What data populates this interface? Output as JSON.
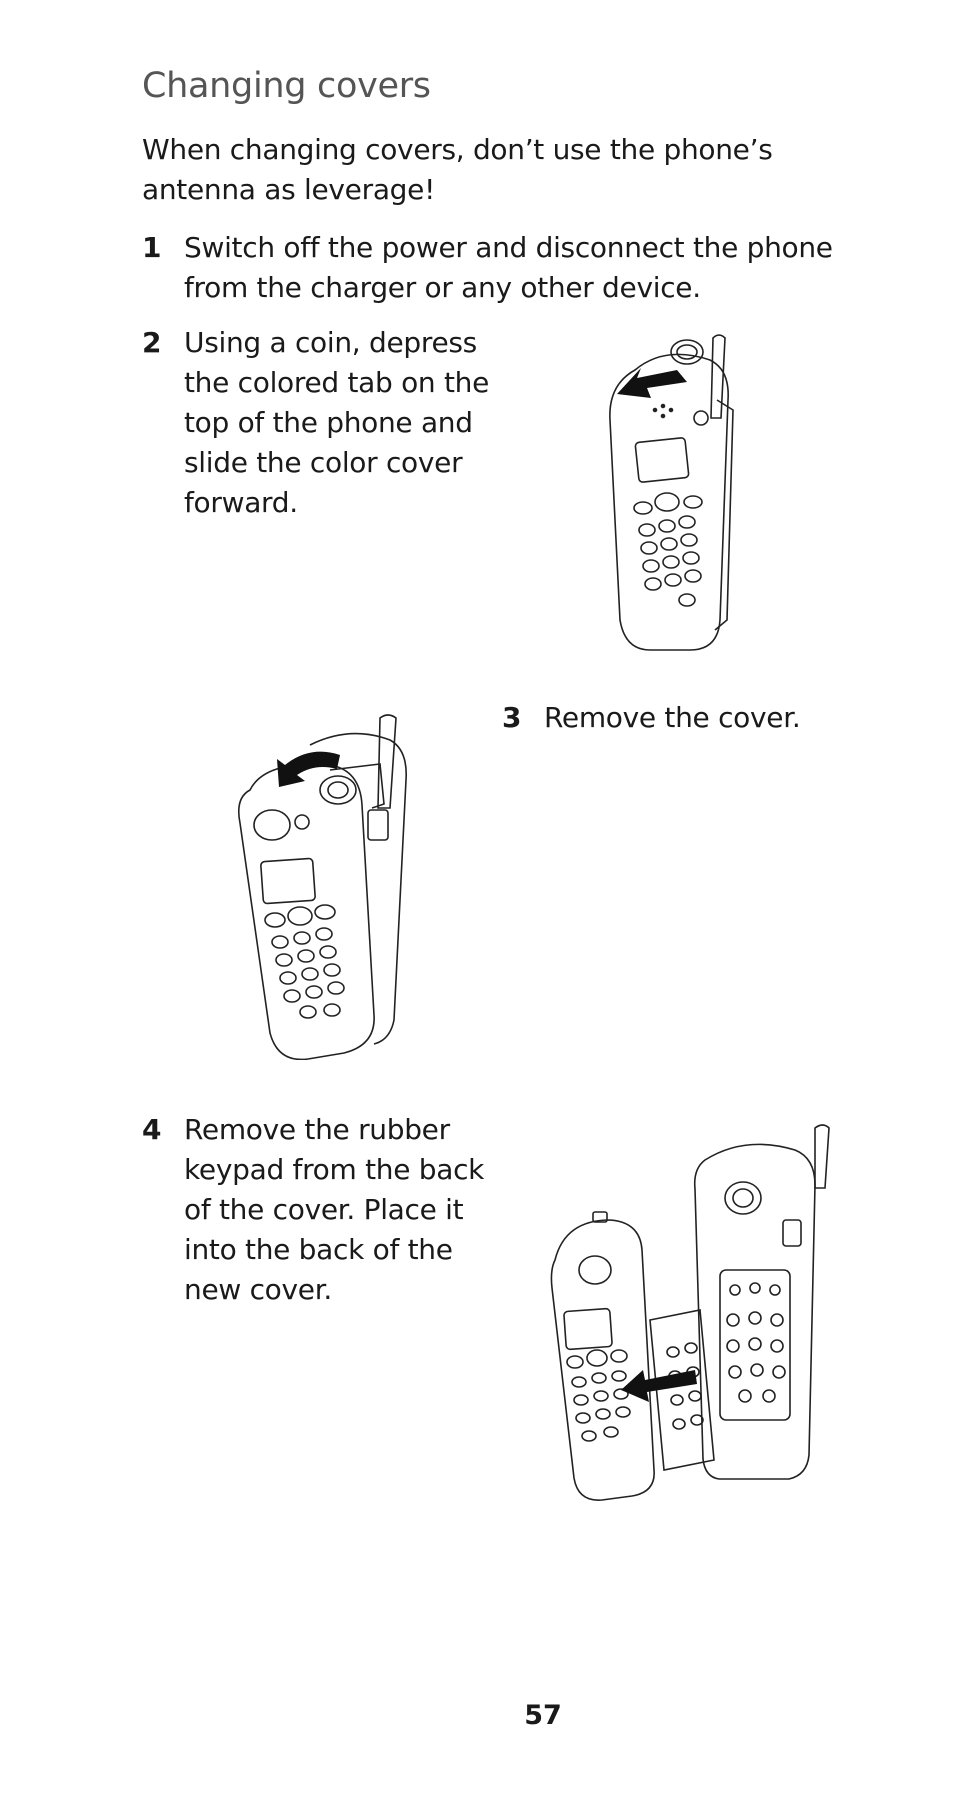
{
  "heading": "Changing covers",
  "intro": "When changing covers, don’t use the phone’s antenna as leverage!",
  "steps": [
    {
      "num": "1",
      "text": "Switch off the power and disconnect the phone from the charger or any other device."
    },
    {
      "num": "2",
      "text": "Using a coin, depress the colored tab on the top of the phone and slide the color cover forward."
    },
    {
      "num": "3",
      "text": "Remove the cover."
    },
    {
      "num": "4",
      "text": "Remove the rubber keypad from the back of the cover. Place it into the back of the new cover."
    }
  ],
  "page_number": "57",
  "icons": [
    "phone-illustration-slide-cover",
    "phone-illustration-remove-cover",
    "phone-illustration-keypad"
  ]
}
